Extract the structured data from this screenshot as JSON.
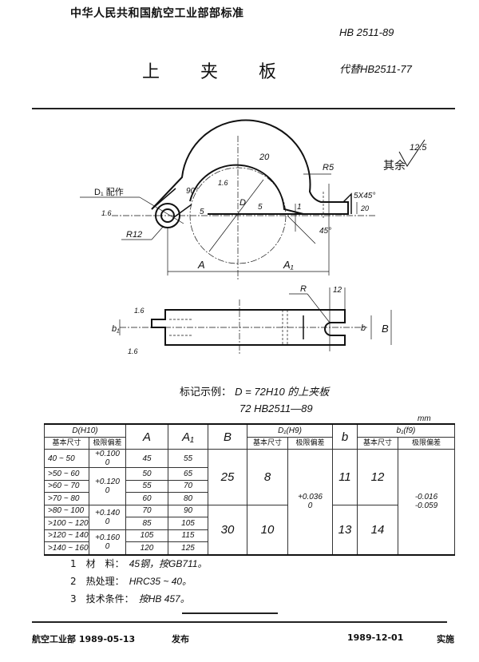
{
  "header": {
    "organization": "中华人民共和国航空工业部部标准",
    "standard_code": "HB 2511-89",
    "title": "上 夹 板",
    "replaces": "代替HB2511-77"
  },
  "drawing_labels": {
    "d1_fit": "D₁ 配作",
    "roughness_1_6": "1.6",
    "r12": "R12",
    "angle_90": "90°",
    "dim_20_arc": "20",
    "r5": "R5",
    "other_roughness_label": "其余",
    "other_roughness_value": "12.5",
    "chamfer": "5X45°",
    "dim_20": "20",
    "angle_45": "45°",
    "d": "D",
    "dim_5a": "5",
    "dim_5b": "5",
    "dim_1": "1",
    "a": "A",
    "a1": "A₁",
    "r": "R",
    "dim_12": "12",
    "b1": "b₁",
    "b": "b",
    "big_b": "B"
  },
  "example": {
    "label": "标记示例：",
    "text": "D = 72H10 的上夹板",
    "marking": "72  HB2511—89"
  },
  "table": {
    "unit": "mm",
    "headers": {
      "d_h10": "D(H10)",
      "basic": "基本尺寸",
      "deviation": "极限偏差",
      "a": "A",
      "a1": "A₁",
      "b_big": "B",
      "d1_h9": "D₁(H9)",
      "b": "b",
      "b1_f9": "b₁(f9)"
    },
    "rows": [
      {
        "d": "40 ~ 50",
        "a": "45",
        "a1": "55"
      },
      {
        "d": ">50 ~ 60",
        "a": "50",
        "a1": "65"
      },
      {
        "d": ">60 ~ 70",
        "a": "55",
        "a1": "70"
      },
      {
        "d": ">70 ~ 80",
        "a": "60",
        "a1": "80"
      },
      {
        "d": ">80 ~ 100",
        "a": "70",
        "a1": "90"
      },
      {
        "d": ">100 ~ 120",
        "a": "85",
        "a1": "105"
      },
      {
        "d": ">120 ~ 140",
        "a": "105",
        "a1": "115"
      },
      {
        "d": ">140 ~ 160",
        "a": "120",
        "a1": "125"
      }
    ],
    "d_deviations": [
      "+0.100\n0",
      "+0.120\n0",
      "+0.140\n0",
      "+0.160\n0"
    ],
    "groups": [
      {
        "b_big": "25",
        "d1": "8",
        "b": "11",
        "b1": "12"
      },
      {
        "b_big": "30",
        "d1": "10",
        "b": "13",
        "b1": "14"
      }
    ],
    "d1_deviation": "+0.036\n0",
    "b1_deviation": "-0.016\n-0.059"
  },
  "notes": [
    {
      "num": "1",
      "label": "材　料：",
      "text": "45钢，按GB711。"
    },
    {
      "num": "2",
      "label": "热处理：",
      "text": "HRC35 ~ 40。"
    },
    {
      "num": "3",
      "label": "技术条件：",
      "text": "按HB 457。"
    }
  ],
  "footer": {
    "issuer": "航空工业部 1989-05-13",
    "issued": "发布",
    "effective_date": "1989-12-01",
    "effective": "实施"
  }
}
